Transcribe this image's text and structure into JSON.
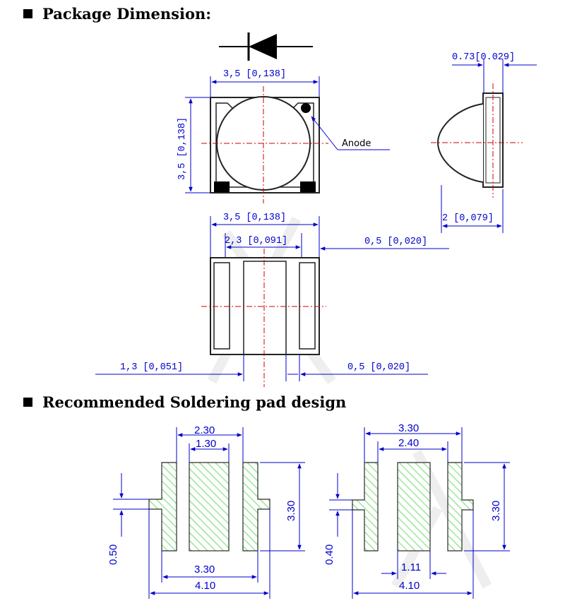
{
  "headings": {
    "package_dimension": "Package Dimension:",
    "soldering_pad": "Recommended Soldering pad design"
  },
  "top_view": {
    "width_label": "3,5 [0,138]",
    "height_label": "3,5 [0,138]",
    "anode_label": "Anode"
  },
  "side_view": {
    "thickness_label": "0.73[0.029]",
    "depth_label": "2 [0,079]"
  },
  "bottom_view": {
    "width_label": "3,5 [0,138]",
    "center_pad_label": "2,3 [0,091]",
    "edge_label_top": "0,5 [0,020]",
    "offset_label": "1,3 [0,051]",
    "edge_label_bottom": "0,5 [0,020]"
  },
  "pad_left": {
    "outer_top": "2.30",
    "inner_top": "1.30",
    "height": "3.30",
    "tab": "0.50",
    "inner_bottom": "3.30",
    "overall": "4.10"
  },
  "pad_right": {
    "outer_top": "3.30",
    "inner_top": "2.40",
    "height": "3.30",
    "tab": "0.40",
    "gap": "1.11",
    "overall": "4.10"
  },
  "colors": {
    "dimension": "#0000cc",
    "centerline": "#cc0000",
    "pad_hatch": "#33cc33",
    "outline": "#222222"
  }
}
